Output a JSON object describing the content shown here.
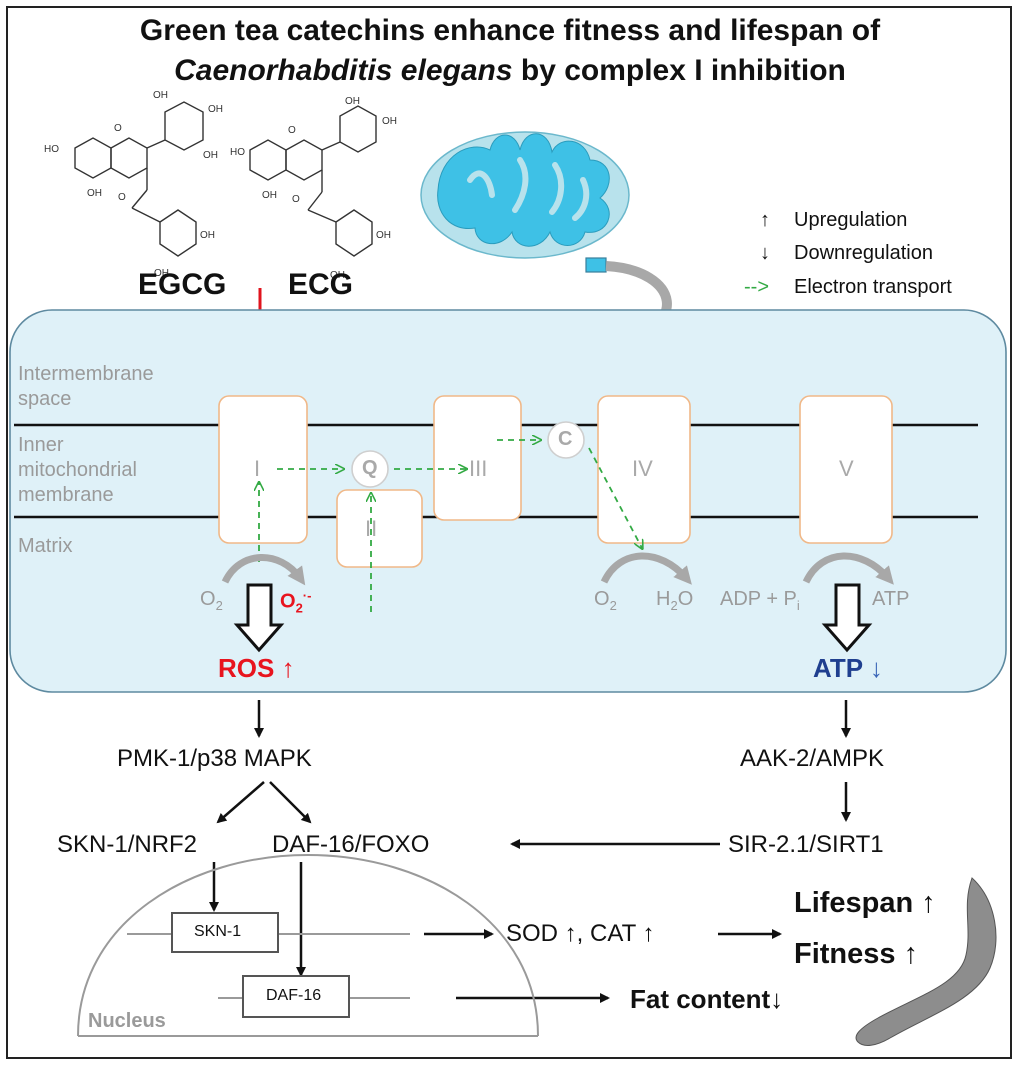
{
  "title": {
    "line1": "Green tea catechins enhance fitness and lifespan of",
    "line2_italic": "Caenorhabditis elegans",
    "line2_rest": " by complex I inhibition"
  },
  "molecules": {
    "egcg": "EGCG",
    "ecg": "ECG"
  },
  "molecule_atoms": {
    "oh": "OH",
    "o": "O",
    "ho": "HO"
  },
  "legend": {
    "up_symbol": "↑",
    "up_label": "Upregulation",
    "down_symbol": "↓",
    "down_label": "Downregulation",
    "et_symbol": "-->",
    "et_label": "Electron transport"
  },
  "membrane_labels": {
    "intermembrane": [
      "Intermembrane",
      "space"
    ],
    "inner": [
      "Inner",
      "mitochondrial",
      "membrane"
    ],
    "matrix": "Matrix"
  },
  "complexes": {
    "c1": "I",
    "c2": "II",
    "c3": "III",
    "c4": "IV",
    "c5": "V",
    "q": "Q",
    "c": "C"
  },
  "chemistry": {
    "o2_left": "O",
    "o2_left_sub": "2",
    "superoxide": "O",
    "superoxide_sub": "2",
    "superoxide_sup": "·-",
    "o2_right": "O",
    "o2_right_sub": "2",
    "water": "H",
    "water_sub": "2",
    "water_rest": "O",
    "adp": "ADP + P",
    "adp_sub": "i",
    "atp": "ATP"
  },
  "ros": {
    "label": "ROS",
    "arrow": "↑"
  },
  "atp_out": {
    "label": "ATP",
    "arrow": "↓"
  },
  "pathway": {
    "pmk": "PMK-1/p38 MAPK",
    "aak": "AAK-2/AMPK",
    "skn": "SKN-1/NRF2",
    "daf": "DAF-16/FOXO",
    "sir": "SIR-2.1/SIRT1"
  },
  "nucleus": {
    "label": "Nucleus",
    "gene1": "SKN-1",
    "gene2": "DAF-16"
  },
  "outputs": {
    "sod_cat": "SOD ↑, CAT ↑",
    "lifespan": "Lifespan ↑",
    "fitness": "Fitness ↑",
    "fat": "Fat content↓"
  },
  "colors": {
    "inhibition": "#e0141e",
    "ros": "#e8141e",
    "atp_blue": "#1f3f8f",
    "electron": "#33aa44",
    "cell_fill": "#dff1f8",
    "mito_fill": "#3ec1e6",
    "mito_outer": "#b8e2ec",
    "complex_border": "#f0b888"
  }
}
